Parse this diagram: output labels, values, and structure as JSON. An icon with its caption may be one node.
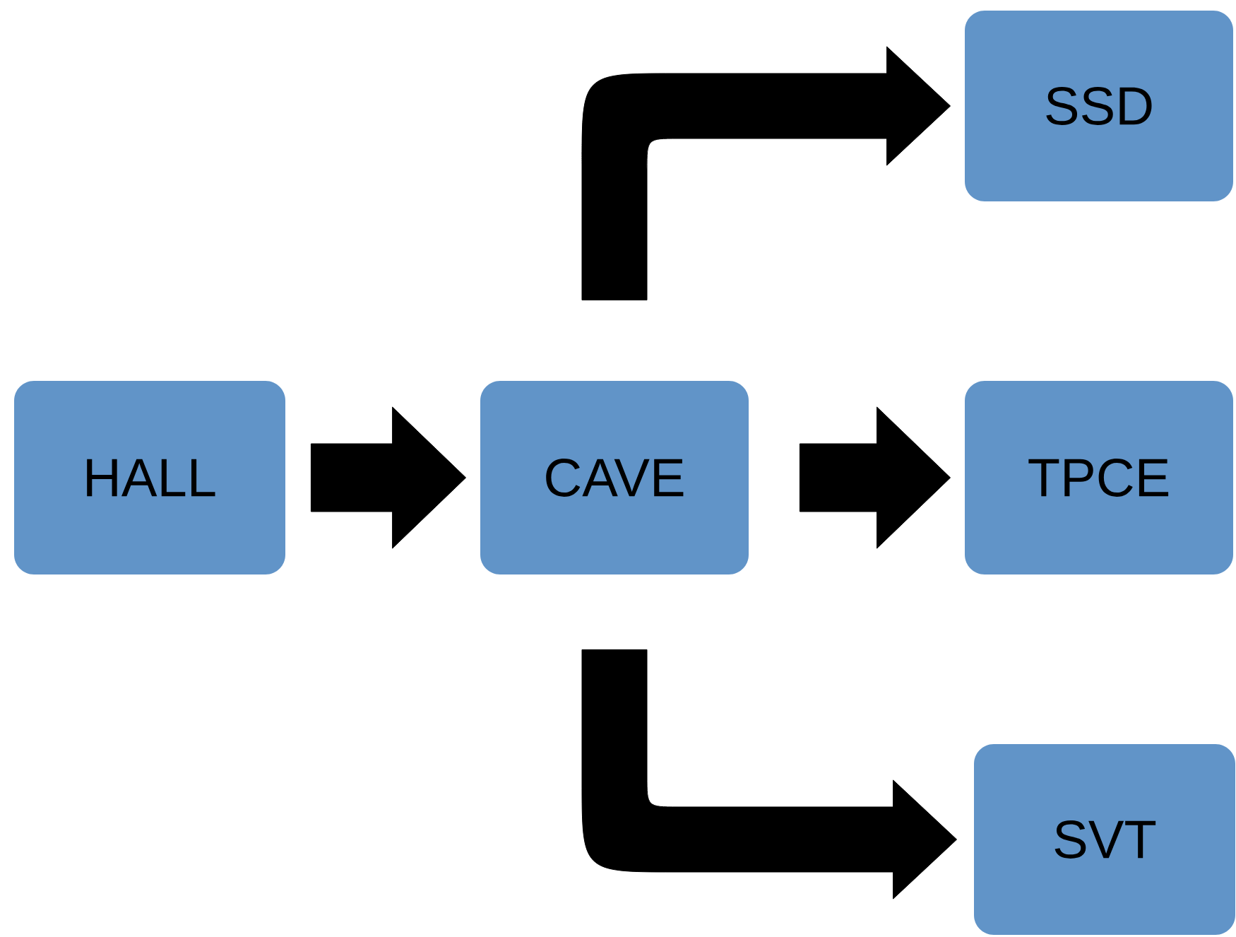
{
  "diagram": {
    "nodes": [
      {
        "text": [
          "HALL"
        ]
      },
      {
        "text": [
          "CAVE"
        ]
      },
      {
        "text": [
          "SSD"
        ]
      },
      {
        "text": [
          "TPCE"
        ]
      },
      {
        "text": [
          "SVT"
        ]
      }
    ],
    "edges": [
      {
        "from": 0,
        "to": 1,
        "arrow": "to",
        "style": "thick"
      },
      {
        "from": 1,
        "to": 2,
        "arrow": "to",
        "style": "thick"
      },
      {
        "from": 1,
        "to": 3,
        "arrow": "to",
        "style": "thick"
      },
      {
        "from": 1,
        "to": 4,
        "arrow": "to",
        "style": "thick"
      }
    ]
  }
}
